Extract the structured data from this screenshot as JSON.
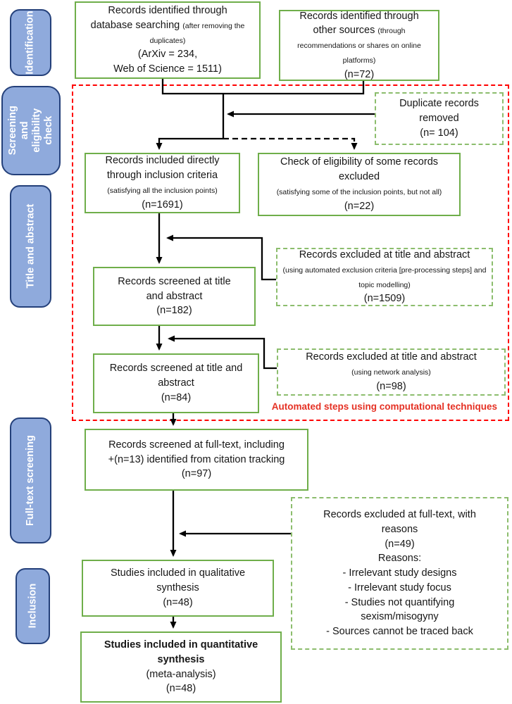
{
  "sidebar": {
    "items": [
      {
        "label": "Identification"
      },
      {
        "label": "Screening and eligibility check"
      },
      {
        "label": "Title and abstract"
      },
      {
        "label": "Full-text screening"
      },
      {
        "label": "Inclusion"
      }
    ]
  },
  "annotations": {
    "automated_steps_label": "Automated steps using computational techniques"
  },
  "colors": {
    "green_solid": "#6fae4a",
    "green_dashed": "#8cbd6d",
    "red": "#ff0000",
    "red_text": "#e53124",
    "sidebar_fill": "#8faadc",
    "sidebar_border": "#24407a",
    "arrow": "#000000"
  },
  "boxes": {
    "database": {
      "lines": [
        [
          {
            "t": "Records identified through",
            "s": "b"
          }
        ],
        [
          {
            "t": "database searching ",
            "s": "b"
          },
          {
            "t": "(after removing the",
            "s": "sm"
          }
        ],
        [
          {
            "t": "duplicates)",
            "s": "sm"
          }
        ],
        [
          {
            "t": "(ArXiv = 234,",
            "s": "b"
          }
        ],
        [
          {
            "t": "Web of Science = 1511)",
            "s": "b"
          }
        ]
      ]
    },
    "other_sources": {
      "lines": [
        [
          {
            "t": "Records identified through",
            "s": "b"
          }
        ],
        [
          {
            "t": "other sources ",
            "s": "b"
          },
          {
            "t": "(through",
            "s": "sm"
          }
        ],
        [
          {
            "t": "recommendations or shares on online",
            "s": "sm"
          }
        ],
        [
          {
            "t": "platforms)",
            "s": "sm"
          }
        ],
        [
          {
            "t": "(n=72)",
            "s": "b"
          }
        ]
      ]
    },
    "duplicates": {
      "lines": [
        [
          {
            "t": "Duplicate records",
            "s": "b"
          }
        ],
        [
          {
            "t": "removed",
            "s": "b"
          }
        ],
        [
          {
            "t": "(n= 104)",
            "s": "b"
          }
        ]
      ]
    },
    "included_directly": {
      "lines": [
        [
          {
            "t": "Records included directly",
            "s": "b"
          }
        ],
        [
          {
            "t": "through inclusion criteria",
            "s": "b"
          }
        ],
        [
          {
            "t": "(satisfying all the inclusion points)",
            "s": "sm"
          }
        ],
        [
          {
            "t": "(n=1691)",
            "s": "b"
          }
        ]
      ]
    },
    "eligibility_check": {
      "lines": [
        [
          {
            "t": "Check of eligibility of some records",
            "s": "b"
          }
        ],
        [
          {
            "t": "excluded",
            "s": "b"
          }
        ],
        [
          {
            "t": "(satisfying some of the inclusion points, but not all)",
            "s": "sm"
          }
        ],
        [
          {
            "t": "(n=22)",
            "s": "b"
          }
        ]
      ]
    },
    "excluded_automated": {
      "lines": [
        [
          {
            "t": "Records excluded at title and abstract",
            "s": "b"
          }
        ],
        [
          {
            "t": "(using automated exclusion criteria [pre-processing steps] and",
            "s": "sm"
          }
        ],
        [
          {
            "t": "topic modelling)",
            "s": "sm"
          }
        ],
        [
          {
            "t": "(n=1509)",
            "s": "b"
          }
        ]
      ]
    },
    "screened_182": {
      "lines": [
        [
          {
            "t": "Records screened at title",
            "s": "b"
          }
        ],
        [
          {
            "t": "and abstract",
            "s": "b"
          }
        ],
        [
          {
            "t": "(n=182)",
            "s": "b"
          }
        ]
      ]
    },
    "excluded_network": {
      "lines": [
        [
          {
            "t": "Records excluded at title and abstract",
            "s": "b"
          }
        ],
        [
          {
            "t": "(using network analysis)",
            "s": "sm"
          }
        ],
        [
          {
            "t": "(n=98)",
            "s": "b"
          }
        ]
      ]
    },
    "screened_84": {
      "lines": [
        [
          {
            "t": "Records screened at title and",
            "s": "b"
          }
        ],
        [
          {
            "t": "abstract",
            "s": "b"
          }
        ],
        [
          {
            "t": "(n=84)",
            "s": "b"
          }
        ]
      ]
    },
    "full_text": {
      "lines": [
        [
          {
            "t": "Records screened at full-text, including",
            "s": "b"
          }
        ],
        [
          {
            "t": "+(n=13) identified from citation tracking",
            "s": "b"
          }
        ],
        [
          {
            "t": "(n=97)",
            "s": "b"
          }
        ]
      ]
    },
    "excluded_full_text": {
      "lines": [
        [
          {
            "t": "Records excluded at full-text, with",
            "s": "b"
          }
        ],
        [
          {
            "t": "reasons",
            "s": "b"
          }
        ],
        [
          {
            "t": "(n=49)",
            "s": "b"
          }
        ],
        [
          {
            "t": "Reasons:",
            "s": "b"
          }
        ],
        [
          {
            "t": "- Irrelevant study designs",
            "s": "b"
          }
        ],
        [
          {
            "t": "- Irrelevant study focus",
            "s": "b"
          }
        ],
        [
          {
            "t": "- Studies not quantifying",
            "s": "b"
          }
        ],
        [
          {
            "t": "sexism/misogyny",
            "s": "b"
          }
        ],
        [
          {
            "t": "- Sources cannot be traced back",
            "s": "b"
          }
        ]
      ]
    },
    "qualitative": {
      "lines": [
        [
          {
            "t": "Studies included in qualitative",
            "s": "b"
          }
        ],
        [
          {
            "t": "synthesis",
            "s": "b"
          }
        ],
        [
          {
            "t": "(n=48)",
            "s": "b"
          }
        ]
      ]
    },
    "quantitative": {
      "lines": [
        [
          {
            "t": "Studies included in quantitative",
            "s": "bb"
          }
        ],
        [
          {
            "t": "synthesis",
            "s": "bb"
          }
        ],
        [
          {
            "t": "(meta-analysis)",
            "s": "b"
          }
        ],
        [
          {
            "t": "(n=48)",
            "s": "b"
          }
        ]
      ]
    }
  }
}
